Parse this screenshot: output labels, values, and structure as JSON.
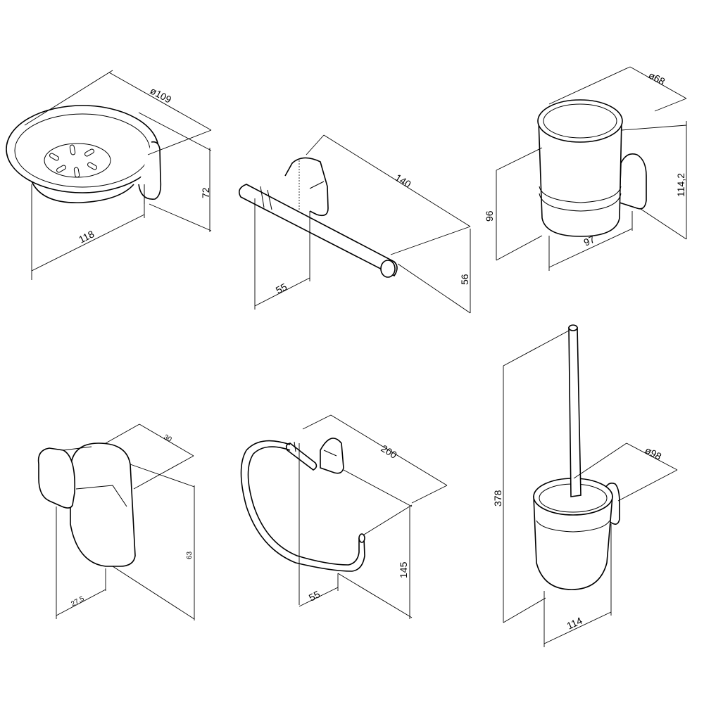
{
  "products": [
    {
      "name": "soap-dish",
      "dims": {
        "diameter": "ø109",
        "height": "72",
        "depth": "118"
      }
    },
    {
      "name": "paper-holder",
      "dims": {
        "length": "140",
        "height": "56",
        "depth": "55"
      }
    },
    {
      "name": "tumbler-holder",
      "dims": {
        "diameter": "ø68",
        "total_height": "114,2",
        "cup_height": "96",
        "depth": "97"
      }
    },
    {
      "name": "robe-hook",
      "dims": {
        "width": "30",
        "height": "63",
        "depth": "27,5"
      }
    },
    {
      "name": "towel-ring",
      "dims": {
        "width": "200",
        "height": "145",
        "depth": "55"
      }
    },
    {
      "name": "toilet-brush",
      "dims": {
        "diameter": "ø98",
        "height": "378",
        "depth": "114"
      }
    }
  ]
}
